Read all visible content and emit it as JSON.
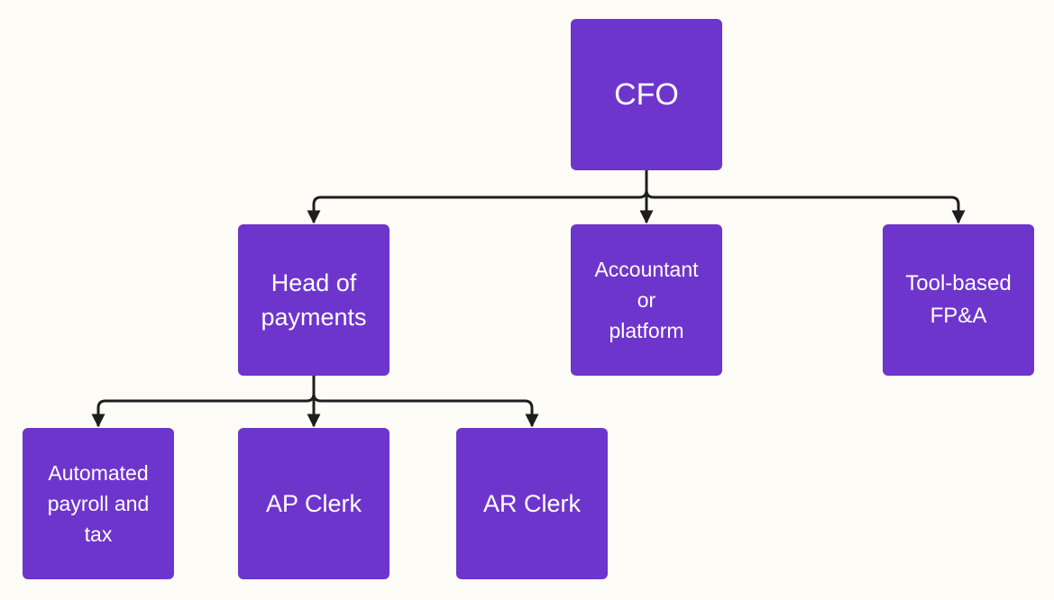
{
  "diagram": {
    "colors": {
      "background": "#fefcf7",
      "node_fill": "#6e35cc",
      "node_text": "#ffffff",
      "connector": "#1e1e1e"
    },
    "nodes": {
      "cfo": {
        "label": "CFO"
      },
      "head_of_payments": {
        "label": "Head of\npayments"
      },
      "accountant": {
        "label": "Accountant\nor\nplatform"
      },
      "tool_based": {
        "label": "Tool-based\nFP&A"
      },
      "payroll": {
        "label": "Automated\npayroll and\ntax"
      },
      "ap_clerk": {
        "label": "AP Clerk"
      },
      "ar_clerk": {
        "label": "AR Clerk"
      }
    },
    "edges": [
      {
        "from": "cfo",
        "to": "head_of_payments"
      },
      {
        "from": "cfo",
        "to": "accountant"
      },
      {
        "from": "cfo",
        "to": "tool_based"
      },
      {
        "from": "head_of_payments",
        "to": "payroll"
      },
      {
        "from": "head_of_payments",
        "to": "ap_clerk"
      },
      {
        "from": "head_of_payments",
        "to": "ar_clerk"
      }
    ]
  }
}
